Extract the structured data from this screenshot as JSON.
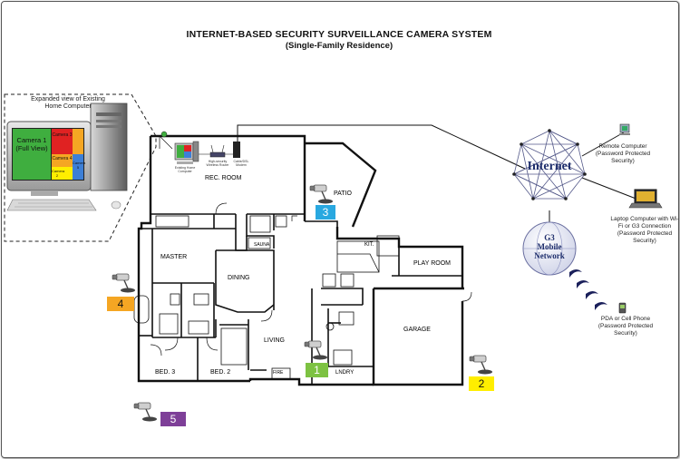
{
  "title": "INTERNET-BASED SECURITY SURVEILLANCE CAMERA SYSTEM",
  "subtitle": "(Single-Family Residence)",
  "expanded_view_label": "Expanded view of Existing Home Computer",
  "monitor": {
    "camera1_label": "Camera 1 (Full View)",
    "camera3_label": "Camera 3",
    "camera4_label": "Camera 4",
    "camera2_label": "Camera 2",
    "camera5_label": "Camera 5"
  },
  "rec_room_devices": [
    "Existing Home Computer",
    "High-security Wireless Router",
    "Cable/DSL Modem"
  ],
  "rooms": {
    "rec_room": "REC. ROOM",
    "patio": "PATIO",
    "kit": "KIT.",
    "play_room": "PLAY ROOM",
    "master": "MASTER",
    "dining": "DINING",
    "sauna": "SAUNA",
    "living": "LIVING",
    "garage": "GARAGE",
    "bed3": "BED. 3",
    "bed2": "BED. 2",
    "fire": "FIRE",
    "lndry": "LNDRY"
  },
  "cameras": [
    {
      "number": "1",
      "color": "#7dc242"
    },
    {
      "number": "2",
      "color": "#ffee00"
    },
    {
      "number": "3",
      "color": "#29a8e0"
    },
    {
      "number": "4",
      "color": "#f5a623"
    },
    {
      "number": "5",
      "color": "#7e3f98"
    }
  ],
  "network": {
    "internet": "Internet",
    "mobile": "G3 Mobile Network"
  },
  "devices": {
    "remote_computer": "Remote Computer (Password Protected Security)",
    "laptop": "Laptop Computer with Wi-Fi or G3 Connection (Password Protected Security)",
    "pda": "PDA or Cell Phone (Password Protected Security)"
  }
}
